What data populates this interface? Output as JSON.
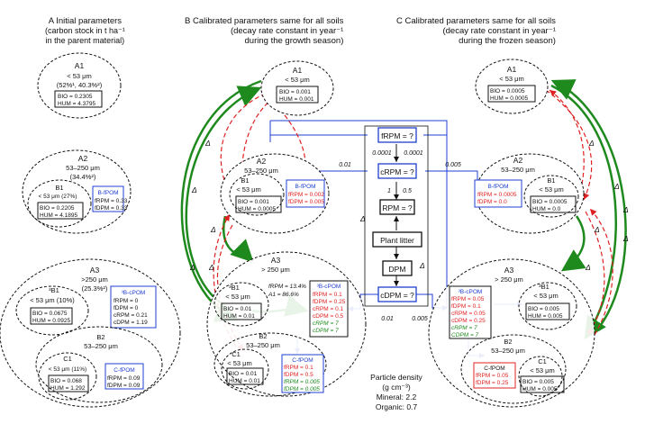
{
  "panels": {
    "a": {
      "letter": "A",
      "title": "Initial parameters",
      "sub1": "(carbon stock in t ha⁻¹",
      "sub2": "in the parent material)"
    },
    "b": {
      "letter": "B",
      "title": "Calibrated parameters same for all soils",
      "sub1": "(decay rate constant in year⁻¹",
      "sub2": "during the growth season)"
    },
    "c": {
      "letter": "C",
      "title": "Calibrated parameters same for all soils",
      "sub1": "(decay rate constant in year⁻¹",
      "sub2": "during the frozen season)"
    }
  },
  "left": {
    "a1": {
      "name": "A1",
      "size": "< 53 μm",
      "pct": "(52%¹, 40.3%²)",
      "bio": "BIO = 0.2305",
      "hum": "HUM = 4.3795"
    },
    "a2": {
      "name": "A2",
      "size": "53–250 μm",
      "pct": "(34.4%²)",
      "b1": "B1",
      "b1size": "< 53 μm (27%)",
      "bio": "BIO = 0.2205",
      "hum": "HUM = 4.1895",
      "box_title": "B-fPOM",
      "frpm": "fRPM = 0.33",
      "fdpm": "fDPM = 0.33"
    },
    "a3": {
      "name": "A3",
      "size": ">250 μm",
      "pct": "(25.3%²)",
      "b1": "³B1",
      "b1size": "< 53 μm (10%)",
      "bio": "BIO = 0.0675",
      "hum": "HUM = 0.0925",
      "box_title": "³B-cPOM",
      "crpm": "fRPM = 0",
      "cdpm": "fDPM = 0",
      "crpm2": "cRPM = 0.21",
      "cdpm2": "cDPM = 1.19",
      "b2": "B2",
      "b2size": "53–250 μm",
      "c1": "C1",
      "c1size": "< 53 μm (11%)",
      "c1bio": "BIO = 0.068",
      "c1hum": "HUM = 1.292",
      "cbox_title": "C-fPOM",
      "cfrpm": "fRPM = 0.09",
      "cfdpm": "fDPM = 0.09"
    }
  },
  "mid": {
    "a1": {
      "name": "A1",
      "size": "< 53 μm",
      "bio": "BIO = 0.001",
      "hum": "HUM = 0.001"
    },
    "a2": {
      "name": "A2",
      "size": "53–250 μm",
      "b1": "B1",
      "b1size": "< 53 μm",
      "bio": "BIO = 0.001",
      "hum": "HUM = 0.0005",
      "box_title": "B-fPOM",
      "frpm": "fRPM = 0.002",
      "fdpm": "fDPM = 0.005"
    },
    "a3": {
      "name": "A3",
      "size": "> 250 μm",
      "frpm_note": "fRPM = 13.4%",
      "a1_note": "A1 = 86.6%",
      "b1": "³B1",
      "b1size": "< 53 μm",
      "bio": "BIO = 0.01",
      "hum": "HUM = 0.01",
      "box_title": "³B-cPOM",
      "l1": "fRPM = 0.1",
      "l2": "fDPM = 0.25",
      "l3": "cRPM = 0.1",
      "l4": "cDPM = 0.5",
      "l5": "cRPM = 7",
      "l6": "cDPM = 7",
      "b2": "B2",
      "b2size": "53–250 μm",
      "c1": "C1",
      "c1size": "< 53 μm",
      "c1bio": "BIO = 0.01",
      "c1hum": "HUM = 0.01",
      "cbox_title": "C-fPOM",
      "c_l1": "fRPM = 0.1",
      "c_l2": "fDPM = 0.5",
      "c_l3": "fRPM = 0.005",
      "c_l4": "fDPM = 0.005"
    }
  },
  "right": {
    "a1": {
      "name": "A1",
      "size": "< 53 μm",
      "bio": "BIO = 0.0005",
      "hum": "HUM = 0.0005"
    },
    "a2": {
      "name": "A2",
      "size": "53–250 μm",
      "b1": "B1",
      "b1size": "< 53 μm",
      "bio": "BIO = 0.0005",
      "hum": "HUM = 0.0",
      "box_title": "B-fPOM",
      "frpm": "fRPM = 0.0005",
      "fdpm": "fDPM = 0.0"
    },
    "a3": {
      "name": "A3",
      "size": "> 250 μm",
      "b1": "³B1",
      "b1size": "< 53 μm",
      "bio": "BIO = 0.005",
      "hum": "HUM = 0.005",
      "box_title": "³B-cPOM",
      "l1": "fRPM = 0.05",
      "l2": "fDPM = 0.1",
      "l3": "cRPM = 0.05",
      "l4": "cDPM = 0.25",
      "l5": "cRPM = 7",
      "l6": "CDPM = 7",
      "b2": "B2",
      "b2size": "53–250 μm",
      "c1": "C1",
      "c1size": "< 53 μm",
      "c1bio": "BIO = 0.005",
      "c1hum": "HUM = 0.005",
      "cbox_title": "C-fPOM",
      "c_l1": "fRPM = 0.05",
      "c_l2": "fDPM = 0.25"
    }
  },
  "center": {
    "frpm": "fRPM = ?",
    "crpm": "cRPM = ?",
    "rpm": "RPM = ?",
    "litter": "Plant litter",
    "dpm": "DPM",
    "cdpm": "cDPM = ?",
    "k_0001a": "0.0001",
    "k_0001b": "0.0001",
    "k_001": "0.01",
    "k_0005": "0.005",
    "k_1": "1",
    "k_05": "0.5",
    "k_001b": "0.01",
    "k_0005b": "0.005"
  },
  "delta": "Δ",
  "density": {
    "title": "Particle density",
    "unit": "(g cm⁻³)",
    "mineral": "Mineral: 2.2",
    "organic": "Organic: 0.7"
  },
  "colors": {
    "blue": "#1f3fd0",
    "red": "#e02020",
    "green": "#1e8a1e",
    "black": "#111111"
  }
}
